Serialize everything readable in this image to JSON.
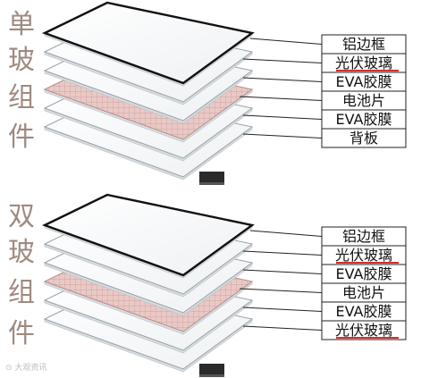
{
  "top": {
    "title": [
      "单",
      "玻",
      "组",
      "件"
    ],
    "labels": [
      "铝边框",
      "光伏玻璃",
      "EVA胶膜",
      "电池片",
      "EVA胶膜",
      "背板"
    ]
  },
  "bottom": {
    "title": [
      "双",
      "玻",
      "组",
      "件"
    ],
    "labels": [
      "铝边框",
      "光伏玻璃",
      "EVA胶膜",
      "电池片",
      "EVA胶膜",
      "光伏玻璃"
    ]
  },
  "watermark": "⊙ 大观资讯",
  "colors": {
    "title": "#9e8a80",
    "underline": "#d32f2f",
    "cell": "#e7c3c0",
    "frame": "#111111"
  }
}
